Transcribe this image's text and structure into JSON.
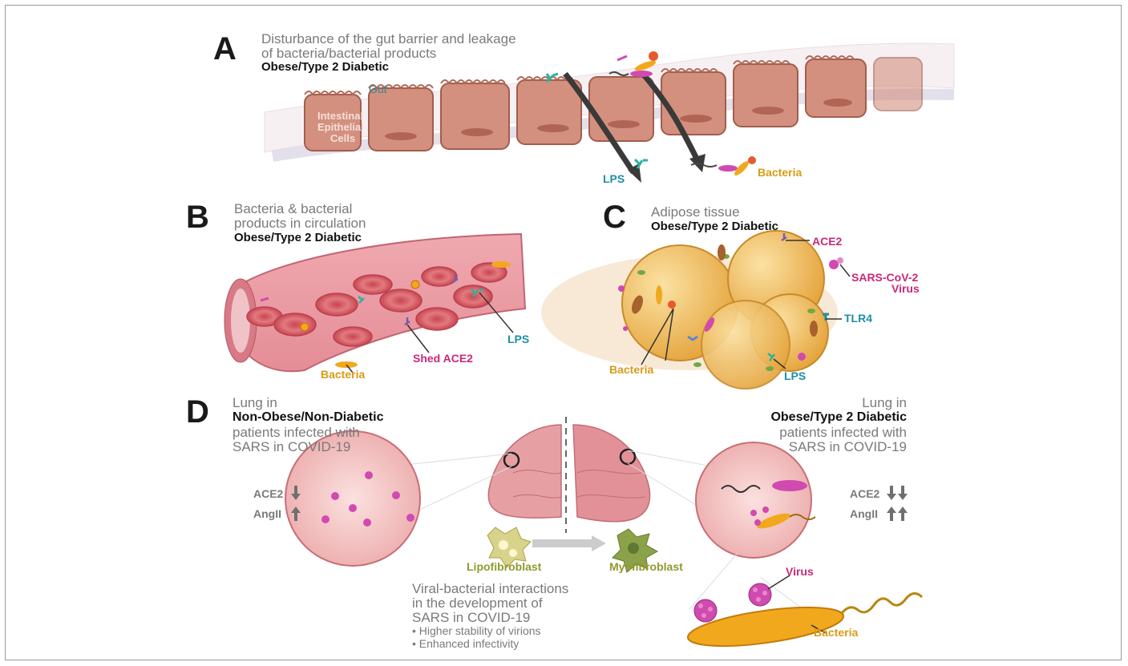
{
  "panelA": {
    "letter": "A",
    "title_line1": "Disturbance of the gut barrier and leakage",
    "title_line2": "of bacteria/bacterial products",
    "subtitle": "Obese/Type 2 Diabetic",
    "gut_label": "Gut",
    "cells_label_1": "Intestinal",
    "cells_label_2": "Epithelial",
    "cells_label_3": "Cells",
    "lps_label": "LPS",
    "bacteria_label": "Bacteria"
  },
  "panelB": {
    "letter": "B",
    "title_line1": "Bacteria & bacterial",
    "title_line2": "products in circulation",
    "subtitle": "Obese/Type 2 Diabetic",
    "lps_label": "LPS",
    "shed_ace2_label": "Shed ACE2",
    "bacteria_label": "Bacteria"
  },
  "panelC": {
    "letter": "C",
    "title_line1": "Adipose tissue",
    "subtitle": "Obese/Type 2 Diabetic",
    "ace2_label": "ACE2",
    "virus_label_1": "SARS-CoV-2",
    "virus_label_2": "Virus",
    "tlr4_label": "TLR4",
    "lps_label": "LPS",
    "bacteria_label": "Bacteria"
  },
  "panelD": {
    "letter": "D",
    "left_title_1": "Lung in",
    "left_title_2": "Non-Obese/Non-Diabetic",
    "left_title_3": "patients infected with",
    "left_title_4": "SARS in COVID-19",
    "right_title_1": "Lung in",
    "right_title_2": "Obese/Type 2 Diabetic",
    "right_title_3": "patients infected with",
    "right_title_4": "SARS in COVID-19",
    "left_ace2": "ACE2",
    "left_angii": "AngII",
    "right_ace2": "ACE2",
    "right_angii": "AngII",
    "lipofibroblast_label": "Lipofibroblast",
    "myofibroblast_label": "Myofibroblast",
    "interaction_line1": "Viral-bacterial interactions",
    "interaction_line2": "in the development of",
    "interaction_line3": "SARS in COVID-19",
    "bullet1": "• Higher stability of virions",
    "bullet2": "• Enhanced infectivity",
    "virus_label": "Virus",
    "bacteria_label": "Bacteria"
  },
  "colors": {
    "pink_text": "#c9287a",
    "teal_text": "#1e8ea6",
    "yellow_text": "#d99b16",
    "cell_fill": "#d4907e",
    "adipocyte": "#f0b94e",
    "lung": "#e6a0a4",
    "bacteria": "#f2a81d",
    "virus": "#d04ab0"
  }
}
